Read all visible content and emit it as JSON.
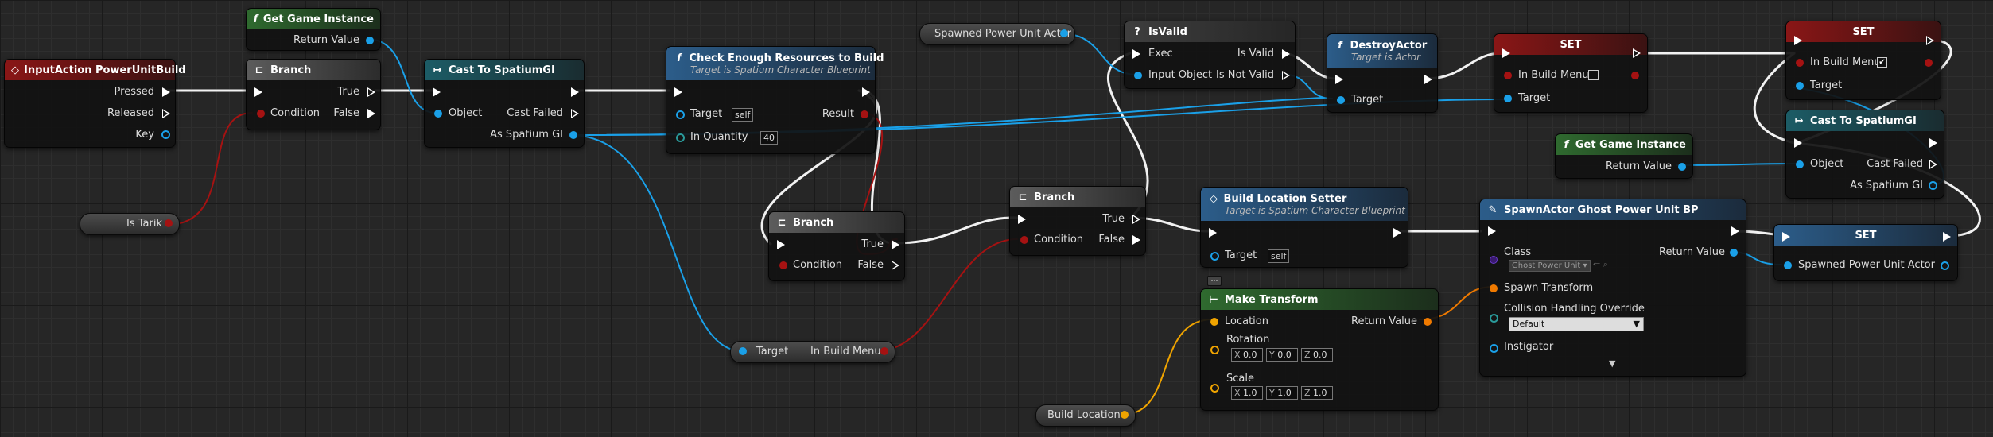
{
  "editor": "Unreal Engine Blueprint Event Graph",
  "nodes": {
    "input_action": {
      "title": "InputAction PowerUnitBuild",
      "pins": [
        "Pressed",
        "Released",
        "Key"
      ]
    },
    "get_game_instance_1": {
      "title": "Get Game Instance",
      "pins": [
        "Return Value"
      ]
    },
    "branch_1": {
      "title": "Branch",
      "pins": [
        "Condition",
        "True",
        "False"
      ]
    },
    "cast_1": {
      "title": "Cast To SpatiumGI",
      "pins": [
        "Object",
        "Cast Failed",
        "As Spatium GI"
      ]
    },
    "check_resources": {
      "title": "Check Enough Resources to Build",
      "subtitle": "Target is Spatium Character Blueprint",
      "pins": [
        "Target",
        "In Quantity",
        "Result"
      ],
      "target_value": "self",
      "quantity_value": "40"
    },
    "spawned_actor_get": {
      "title": "Spawned Power Unit Actor"
    },
    "is_valid": {
      "title": "IsValid",
      "pins": [
        "Exec",
        "Input Object",
        "Is Valid",
        "Is Not Valid"
      ]
    },
    "destroy_actor": {
      "title": "DestroyActor",
      "subtitle": "Target is Actor",
      "pins": [
        "Target"
      ]
    },
    "set_1": {
      "title": "SET",
      "pins": [
        "In Build Menu",
        "Target"
      ],
      "checked": false
    },
    "set_2": {
      "title": "SET",
      "pins": [
        "In Build Menu",
        "Target"
      ],
      "checked": true
    },
    "get_game_instance_2": {
      "title": "Get Game Instance",
      "pins": [
        "Return Value"
      ]
    },
    "cast_2": {
      "title": "Cast To SpatiumGI",
      "pins": [
        "Object",
        "Cast Failed",
        "As Spatium GI"
      ]
    },
    "is_tarik": {
      "title": "Is Tarik"
    },
    "branch_2": {
      "title": "Branch",
      "pins": [
        "Condition",
        "True",
        "False"
      ]
    },
    "branch_3": {
      "title": "Branch",
      "pins": [
        "Condition",
        "True",
        "False"
      ]
    },
    "in_build_menu_get": {
      "pins": [
        "Target",
        "In Build Menu"
      ]
    },
    "build_location_setter": {
      "title": "Build Location Setter",
      "subtitle": "Target is Spatium Character Blueprint",
      "pins": [
        "Target"
      ],
      "target_value": "self"
    },
    "make_transform": {
      "title": "Make Transform",
      "pins": [
        "Location",
        "Rotation",
        "Scale",
        "Return Value"
      ],
      "axes": [
        "X",
        "Y",
        "Z"
      ],
      "rotation": [
        "0.0",
        "0.0",
        "0.0"
      ],
      "scale": [
        "1.0",
        "1.0",
        "1.0"
      ]
    },
    "spawn_actor": {
      "title": "SpawnActor Ghost Power Unit BP",
      "pins": [
        "Class",
        "Spawn Transform",
        "Collision Handling Override",
        "Instigator",
        "Return Value"
      ],
      "class_value": "Ghost Power Unit",
      "collision_value": "Default"
    },
    "set_3": {
      "title": "SET",
      "pins": [
        "Spawned Power Unit Actor"
      ]
    },
    "build_location_get": {
      "title": "Build Location"
    }
  },
  "icons": {
    "event": "diamond-icon",
    "function": "f-icon",
    "branch": "branch-icon",
    "cast": "cast-arrows-icon",
    "macro": "question-icon"
  },
  "colors": {
    "exec": "#ffffff",
    "object": "#1aa0e8",
    "bool": "#a51212",
    "vector": "#f0a400",
    "transform": "#f07a00"
  }
}
